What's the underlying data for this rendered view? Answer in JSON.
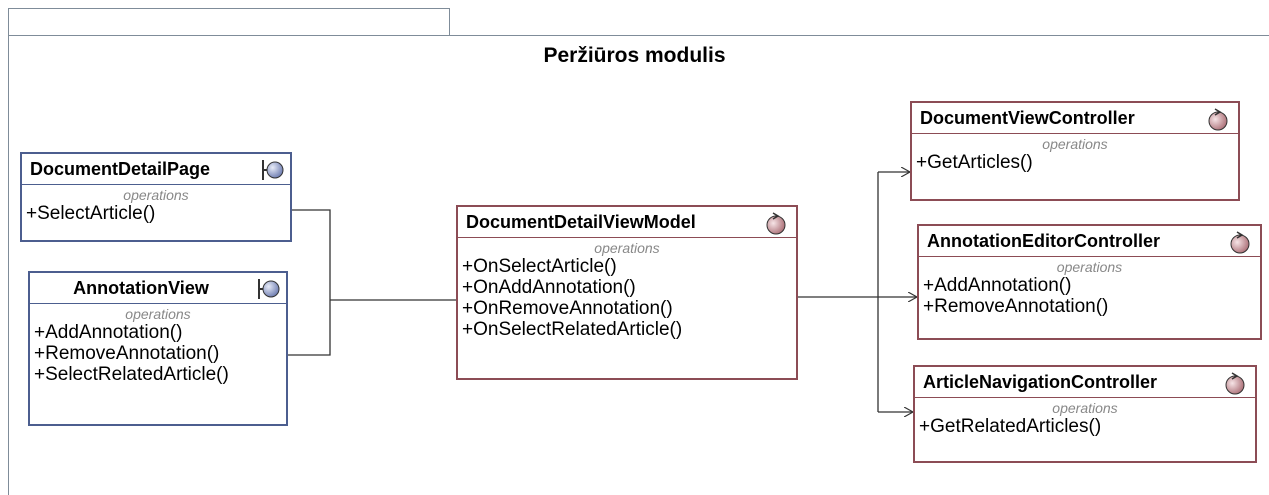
{
  "package": {
    "title": "Peržiūros modulis"
  },
  "classes": {
    "document_detail_page": {
      "name": "DocumentDetailPage",
      "ops_label": "operations",
      "ops": [
        "+SelectArticle()"
      ]
    },
    "annotation_view": {
      "name": "AnnotationView",
      "ops_label": "operations",
      "ops": [
        "+AddAnnotation()",
        "+RemoveAnnotation()",
        "+SelectRelatedArticle()"
      ]
    },
    "document_detail_view_model": {
      "name": "DocumentDetailViewModel",
      "ops_label": "operations",
      "ops": [
        "+OnSelectArticle()",
        "+OnAddAnnotation()",
        "+OnRemoveAnnotation()",
        "+OnSelectRelatedArticle()"
      ]
    },
    "document_view_controller": {
      "name": "DocumentViewController",
      "ops_label": "operations",
      "ops": [
        "+GetArticles()"
      ]
    },
    "annotation_editor_controller": {
      "name": "AnnotationEditorController",
      "ops_label": "operations",
      "ops": [
        "+AddAnnotation()",
        "+RemoveAnnotation()"
      ]
    },
    "article_navigation_controller": {
      "name": "ArticleNavigationController",
      "ops_label": "operations",
      "ops": [
        "+GetRelatedArticles()"
      ]
    }
  },
  "stereotype_icons": {
    "boundary": "boundary-icon",
    "control": "control-icon"
  },
  "colors": {
    "boundary_border": "#4c5e8f",
    "control_border": "#8c4c55",
    "connector": "#333333",
    "package_border": "#7f8c99"
  }
}
